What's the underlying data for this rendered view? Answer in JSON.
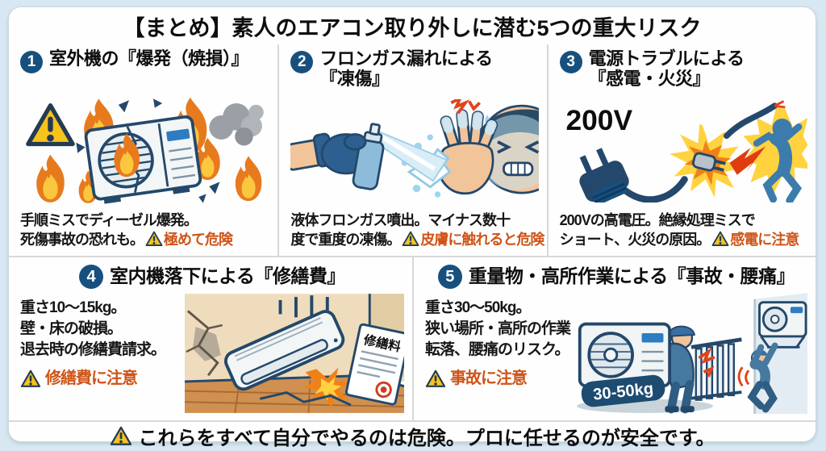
{
  "title": "【まとめ】素人のエアコン取り外しに潜む5つの重大リスク",
  "footer": {
    "text": "これらをすべて自分でやるのは危険。プロに任せるのが安全です。"
  },
  "colors": {
    "accent_navy": "#17507e",
    "outline_navy": "#24486b",
    "warning_orange_text": "#cf5418",
    "triangle_yellow": "#f6c21c",
    "background_blue": "#d7e8f2",
    "flame_orange": "#e87a1e",
    "flame_yellow": "#fbc73e"
  },
  "panels": [
    {
      "number": "1",
      "title_line1": "室外機の『爆発（焼損）』",
      "body_line1": "手順ミスでディーゼル爆発。",
      "body_line2": "死傷事故の恐れも。",
      "warning": "極めて危険"
    },
    {
      "number": "2",
      "title_line1": "フロンガス漏れによる",
      "title_line2": "『凍傷』",
      "body_line1": "液体フロンガス噴出。マイナス数十",
      "body_line2": "度で重度の凍傷。",
      "warning": "皮膚に触れると危険"
    },
    {
      "number": "3",
      "title_line1": "電源トラブルによる",
      "title_line2": "『感電・火災』",
      "body_line1": "200Vの高電圧。絶縁処理ミスで",
      "body_line2": "ショート、火災の原因。",
      "warning": "感電に注意",
      "illustration": {
        "voltage": "200V"
      }
    },
    {
      "number": "4",
      "title_line1": "室内機落下による『修繕費』",
      "body_lines": [
        "重さ10〜15kg。",
        "壁・床の破損。",
        "退去時の修繕費請求。"
      ],
      "warning": "修繕費に注意",
      "illustration": {
        "doc_label": "修繕料"
      }
    },
    {
      "number": "5",
      "title_line1": "重量物・高所作業による『事故・腰痛』",
      "body_lines": [
        "重さ30〜50kg。",
        "狭い場所・高所の作業",
        "転落、腰痛のリスク。"
      ],
      "warning": "事故に注意",
      "illustration": {
        "weight_badge": "30-50kg"
      }
    }
  ]
}
